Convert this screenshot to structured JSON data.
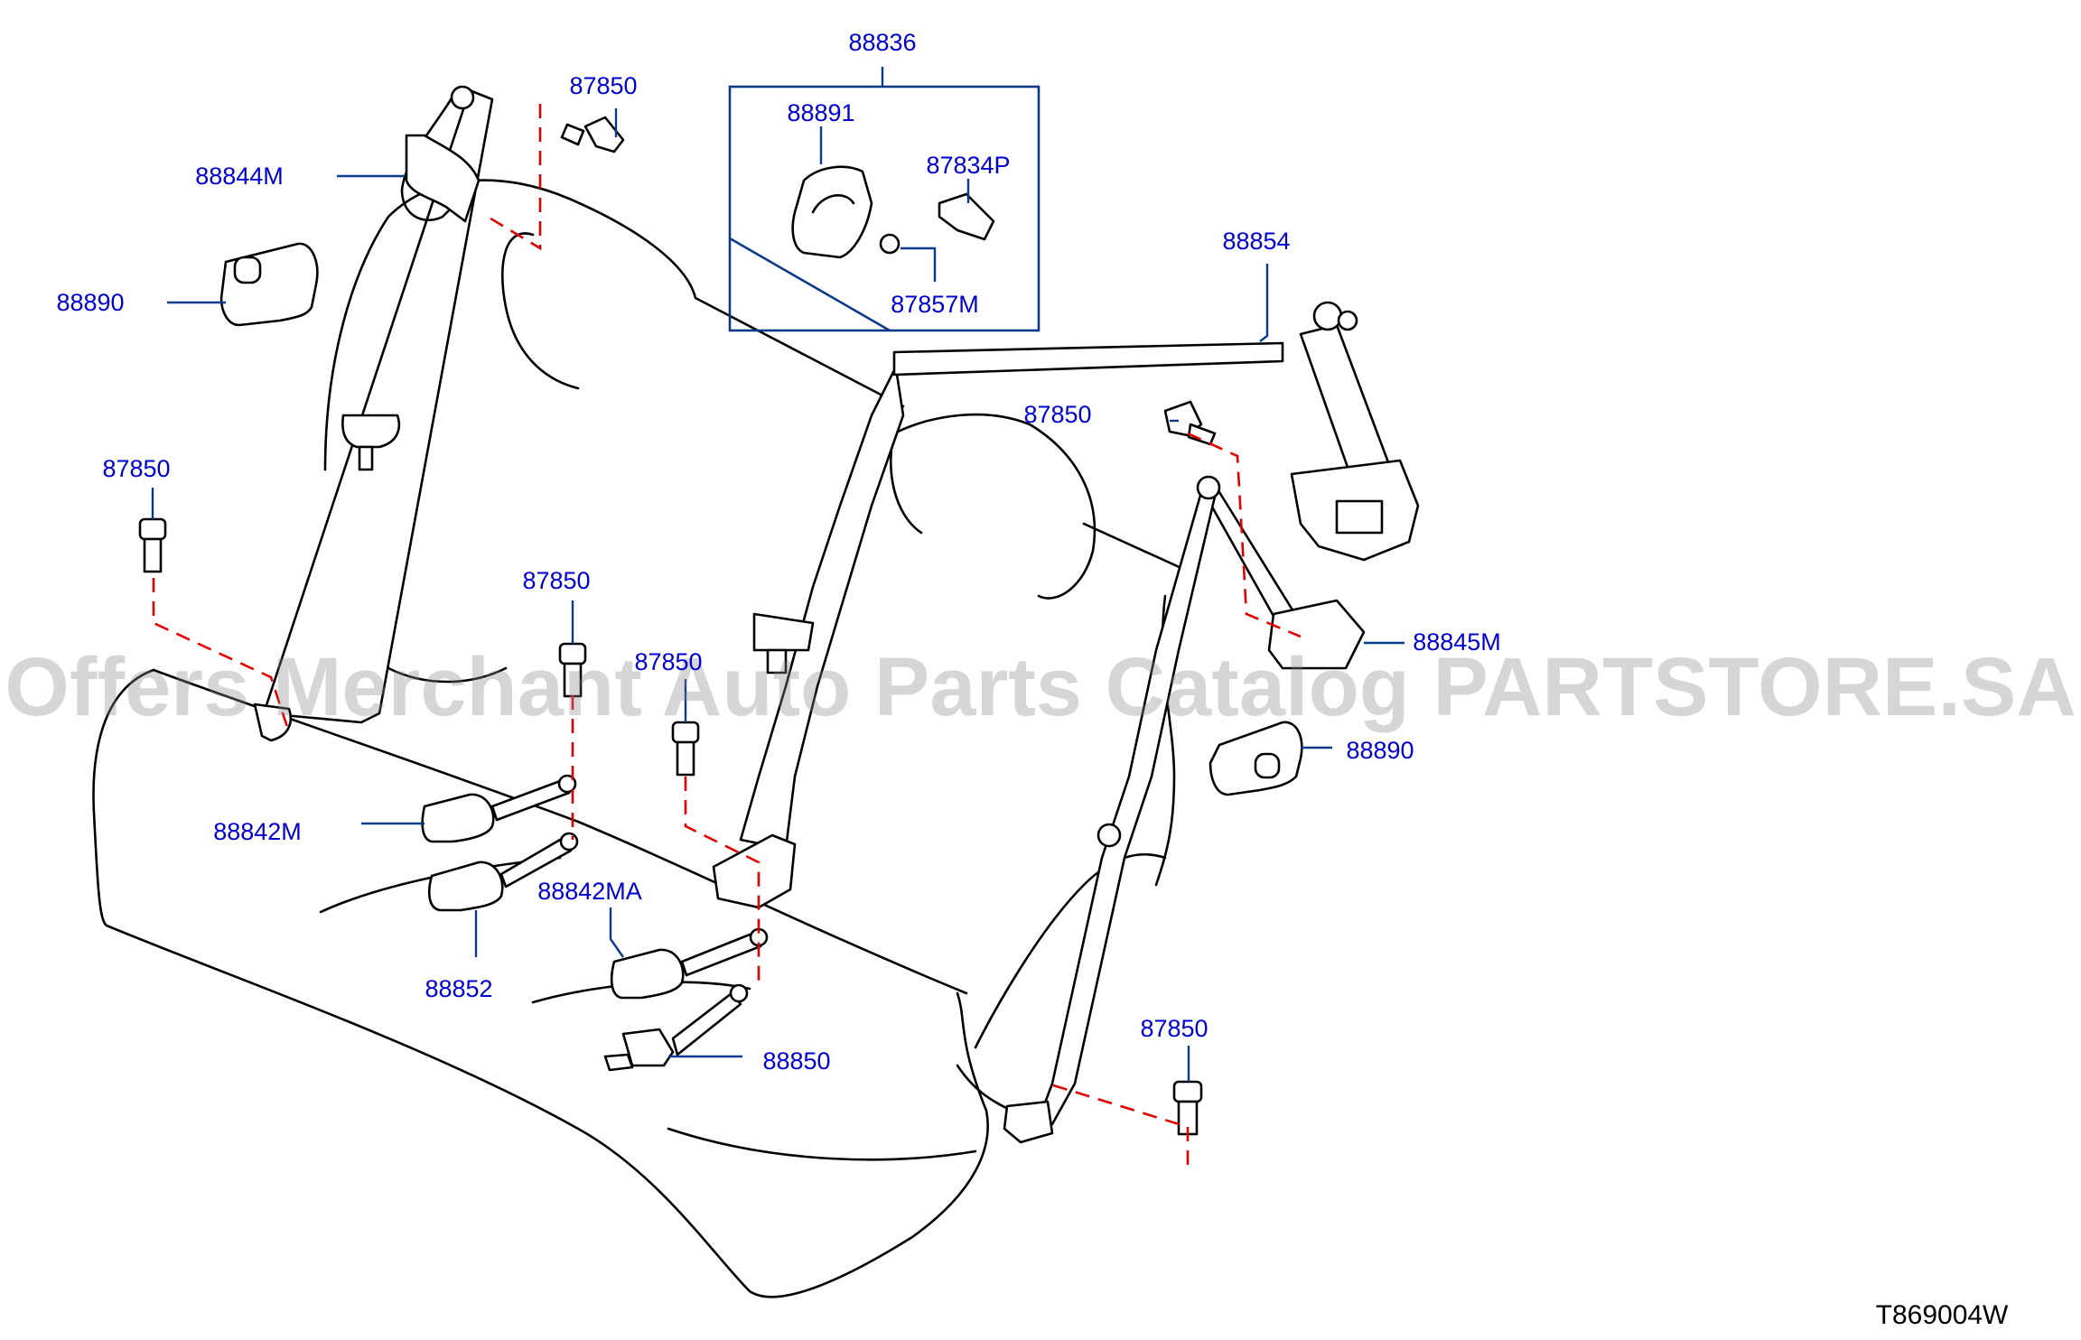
{
  "diagram_code": "T869004W",
  "watermark": "Offers Merchant Auto Parts Catalog PARTSTORE.SA",
  "colors": {
    "callout": "#0000d0",
    "leader": "#0b3a8a",
    "dashed_link": "#e00000",
    "outline": "#000000"
  },
  "callouts": {
    "p88836": "88836",
    "p88891": "88891",
    "p87834P": "87834P",
    "p87857M": "87857M",
    "p87850_top": "87850",
    "p88844M": "88844M",
    "p88890_left": "88890",
    "p87850_left": "87850",
    "p88854": "88854",
    "p87850_right": "87850",
    "p88845M": "88845M",
    "p88890_right": "88890",
    "p87850_mid": "87850",
    "p87850_center": "87850",
    "p88842M": "88842M",
    "p88842MA": "88842MA",
    "p88852": "88852",
    "p88850": "88850",
    "p87850_bottom": "87850"
  }
}
